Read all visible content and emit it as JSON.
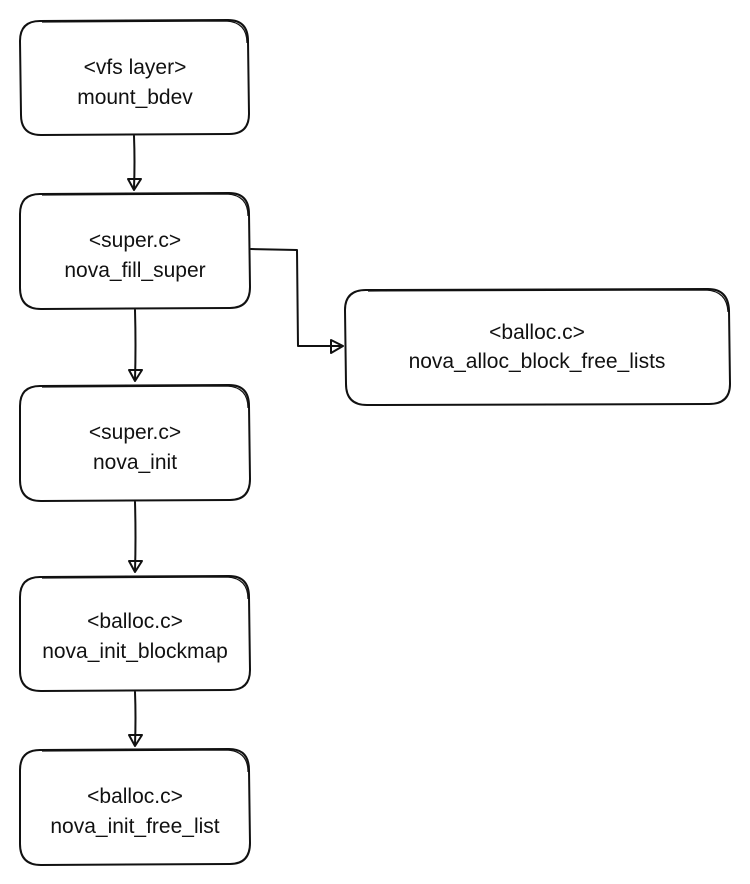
{
  "nodes": [
    {
      "id": "mount_bdev",
      "file": "<vfs layer>",
      "func": "mount_bdev"
    },
    {
      "id": "nova_fill_super",
      "file": "<super.c>",
      "func": "nova_fill_super"
    },
    {
      "id": "nova_alloc_block_free_lists",
      "file": "<balloc.c>",
      "func": "nova_alloc_block_free_lists"
    },
    {
      "id": "nova_init",
      "file": "<super.c>",
      "func": "nova_init"
    },
    {
      "id": "nova_init_blockmap",
      "file": "<balloc.c>",
      "func": "nova_init_blockmap"
    },
    {
      "id": "nova_init_free_list",
      "file": "<balloc.c>",
      "func": "nova_init_free_list"
    }
  ],
  "edges": [
    {
      "from": "mount_bdev",
      "to": "nova_fill_super"
    },
    {
      "from": "nova_fill_super",
      "to": "nova_init"
    },
    {
      "from": "nova_fill_super",
      "to": "nova_alloc_block_free_lists"
    },
    {
      "from": "nova_init",
      "to": "nova_init_blockmap"
    },
    {
      "from": "nova_init_blockmap",
      "to": "nova_init_free_list"
    }
  ],
  "colors": {
    "stroke": "#111111",
    "background": "#ffffff"
  }
}
